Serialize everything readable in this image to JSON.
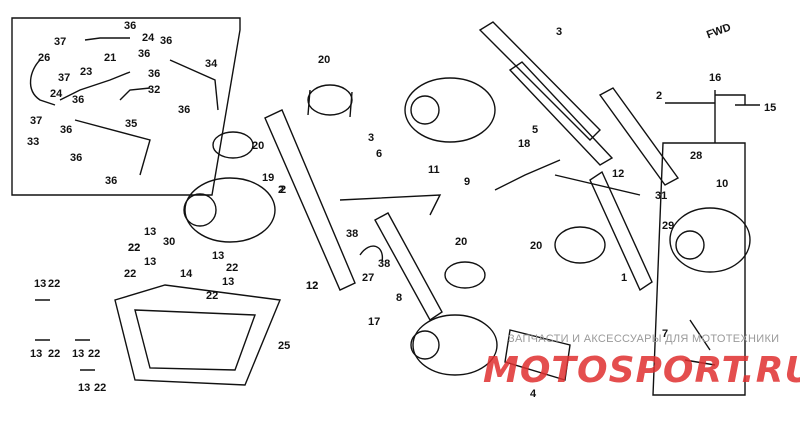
{
  "fwd_label": "FWD",
  "watermark": {
    "line1": "ЗАПЧАСТИ И АКСЕССУАРЫ ДЛЯ МОТОТЕХНИКИ",
    "line2": "MOTOSPORT.RU"
  },
  "callouts": [
    "37",
    "37",
    "26",
    "21",
    "23",
    "24",
    "36",
    "36",
    "36",
    "36",
    "32",
    "34",
    "24",
    "36",
    "37",
    "36",
    "33",
    "36",
    "35",
    "36",
    "20",
    "20",
    "19",
    "2",
    "13",
    "22",
    "13",
    "22",
    "14",
    "13",
    "22",
    "13",
    "22",
    "25",
    "38",
    "27",
    "38",
    "12",
    "3",
    "6",
    "11",
    "9",
    "3",
    "2",
    "16",
    "15",
    "18",
    "5",
    "28",
    "10",
    "31",
    "29",
    "12",
    "20",
    "1",
    "20",
    "8",
    "17",
    "4",
    "7",
    "22",
    "13",
    "22",
    "13",
    "22",
    "13",
    "22",
    "13",
    "30",
    "22",
    "12",
    "2",
    "36"
  ]
}
